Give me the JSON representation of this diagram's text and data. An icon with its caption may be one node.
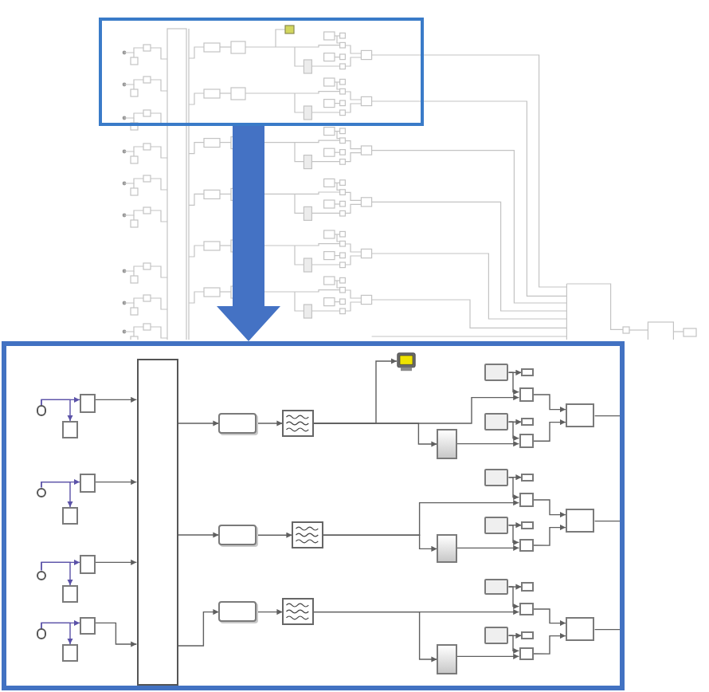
{
  "diagram": {
    "nodes": [
      {
        "text": [],
        "shape": "box"
      },
      {
        "text": [],
        "shape": "box"
      },
      {
        "text": [],
        "shape": "circle",
        "in": 1
      },
      {
        "text": [],
        "shape": "box",
        "in": 1
      },
      {
        "text": [],
        "shape": "box",
        "in": 1
      },
      {
        "text": [],
        "shape": "circle",
        "in": 1
      },
      {
        "text": [],
        "shape": "box",
        "in": 1
      },
      {
        "text": [],
        "shape": "box",
        "in": 1
      },
      {
        "text": [],
        "shape": "circle",
        "in": 1
      },
      {
        "text": [],
        "shape": "box",
        "in": 1
      },
      {
        "text": [],
        "shape": "box",
        "in": 1
      },
      {
        "text": [],
        "shape": "circle",
        "in": 1
      },
      {
        "text": [],
        "shape": "box",
        "in": 1
      },
      {
        "text": [],
        "shape": "box",
        "in": 1
      },
      {
        "text": [],
        "shape": "box",
        "in": 1
      },
      {
        "text": [],
        "shape": "box",
        "in": 1
      },
      {
        "text": [],
        "shape": "box",
        "in": 1
      },
      {
        "text": [],
        "shape": "picture",
        "in": 1
      },
      {
        "text": [],
        "shape": "box",
        "in": 1
      },
      {
        "text": [],
        "shape": "box",
        "in": 1
      },
      {
        "text": [],
        "shape": "box",
        "in": 1
      },
      {
        "text": [],
        "shape": "box",
        "in": 1
      },
      {
        "text": [],
        "shape": "box",
        "in": 1
      },
      {
        "text": [],
        "shape": "box",
        "in": 1
      },
      {
        "text": [],
        "shape": "box",
        "in": 1
      },
      {
        "text": [],
        "shape": "box",
        "in": 1
      },
      {
        "text": [],
        "shape": "box",
        "in": 1
      },
      {
        "text": [],
        "shape": "box",
        "in": 1
      },
      {
        "text": [],
        "shape": "box",
        "in": 1
      },
      {
        "text": [],
        "shape": "box",
        "in": 1
      },
      {
        "text": [],
        "shape": "box",
        "in": 1
      },
      {
        "text": [],
        "shape": "box",
        "in": 1
      },
      {
        "text": [],
        "shape": "box",
        "in": 1
      },
      {
        "text": [],
        "shape": "box",
        "in": 1
      },
      {
        "text": [],
        "shape": "box",
        "in": 1
      },
      {
        "text": [],
        "shape": "box",
        "in": 1
      },
      {
        "text": [],
        "shape": "box",
        "in": 1
      },
      {
        "text": [],
        "shape": "box",
        "in": 1
      },
      {
        "text": [],
        "shape": "box",
        "in": 1
      },
      {
        "text": [],
        "shape": "box",
        "in": 1
      },
      {
        "text": [],
        "shape": "box",
        "in": 1
      },
      {
        "text": [],
        "shape": "box",
        "in": 1
      },
      {
        "text": [],
        "shape": "box",
        "in": 1
      },
      {
        "text": [],
        "shape": "box",
        "in": 1
      },
      {
        "text": [],
        "shape": "box",
        "in": 1
      },
      {
        "text": [],
        "shape": "box",
        "in": 1
      }
    ],
    "edges": [
      {
        "from": 2,
        "to": 3,
        "arrow": "to",
        "color": "#5b52a8"
      },
      {
        "from": 2,
        "to": 4,
        "arrow": "to",
        "color": "#5b52a8"
      },
      {
        "from": 3,
        "to": 14,
        "arrow": "to"
      },
      {
        "from": 5,
        "to": 6,
        "arrow": "to",
        "color": "#5b52a8"
      },
      {
        "from": 5,
        "to": 7,
        "arrow": "to",
        "color": "#5b52a8"
      },
      {
        "from": 6,
        "to": 14,
        "arrow": "to"
      },
      {
        "from": 8,
        "to": 9,
        "arrow": "to",
        "color": "#5b52a8"
      },
      {
        "from": 8,
        "to": 10,
        "arrow": "to",
        "color": "#5b52a8"
      },
      {
        "from": 9,
        "to": 14,
        "arrow": "to"
      },
      {
        "from": 11,
        "to": 12,
        "arrow": "to",
        "color": "#5b52a8"
      },
      {
        "from": 11,
        "to": 13,
        "arrow": "to",
        "color": "#5b52a8"
      },
      {
        "from": 12,
        "to": 14,
        "arrow": "to"
      },
      {
        "from": 14,
        "to": 15,
        "arrow": "to"
      },
      {
        "from": 14,
        "to": 26,
        "arrow": "to"
      },
      {
        "from": 14,
        "to": 36,
        "arrow": "to"
      },
      {
        "from": 15,
        "to": 16,
        "arrow": "to"
      },
      {
        "from": 16,
        "to": 17,
        "arrow": "to"
      },
      {
        "from": 16,
        "to": 18,
        "arrow": "to"
      },
      {
        "from": 16,
        "to": 21,
        "arrow": "to"
      },
      {
        "from": 18,
        "to": 24,
        "arrow": "to"
      },
      {
        "from": 19,
        "to": 20,
        "arrow": "to"
      },
      {
        "from": 19,
        "to": 21,
        "arrow": "to"
      },
      {
        "from": 22,
        "to": 23,
        "arrow": "to"
      },
      {
        "from": 22,
        "to": 24,
        "arrow": "to"
      },
      {
        "from": 21,
        "to": 25,
        "arrow": "to"
      },
      {
        "from": 24,
        "to": 25,
        "arrow": "to"
      },
      {
        "from": 25,
        "to": null,
        "arrow": "none"
      },
      {
        "from": 26,
        "to": 27,
        "arrow": "to"
      },
      {
        "from": 27,
        "to": 28,
        "arrow": "to"
      },
      {
        "from": 27,
        "to": 31,
        "arrow": "to"
      },
      {
        "from": 28,
        "to": 34,
        "arrow": "to"
      },
      {
        "from": 29,
        "to": 30,
        "arrow": "to"
      },
      {
        "from": 29,
        "to": 31,
        "arrow": "to"
      },
      {
        "from": 32,
        "to": 33,
        "arrow": "to"
      },
      {
        "from": 32,
        "to": 34,
        "arrow": "to"
      },
      {
        "from": 31,
        "to": 35,
        "arrow": "to"
      },
      {
        "from": 34,
        "to": 35,
        "arrow": "to"
      },
      {
        "from": 35,
        "to": null,
        "arrow": "none"
      },
      {
        "from": 36,
        "to": 37,
        "arrow": "to"
      },
      {
        "from": 37,
        "to": 38,
        "arrow": "to"
      },
      {
        "from": 37,
        "to": 41,
        "arrow": "to"
      },
      {
        "from": 38,
        "to": 44,
        "arrow": "to"
      },
      {
        "from": 39,
        "to": 40,
        "arrow": "to"
      },
      {
        "from": 39,
        "to": 41,
        "arrow": "to"
      },
      {
        "from": 42,
        "to": 43,
        "arrow": "to"
      },
      {
        "from": 42,
        "to": 44,
        "arrow": "to"
      },
      {
        "from": 41,
        "to": 45,
        "arrow": "to"
      },
      {
        "from": 44,
        "to": 45,
        "arrow": "to"
      },
      {
        "from": 45,
        "to": null,
        "arrow": "none"
      },
      {
        "from": 0,
        "to": 1,
        "arrow": "to",
        "style": "thick",
        "color": "#4472c4"
      }
    ]
  }
}
